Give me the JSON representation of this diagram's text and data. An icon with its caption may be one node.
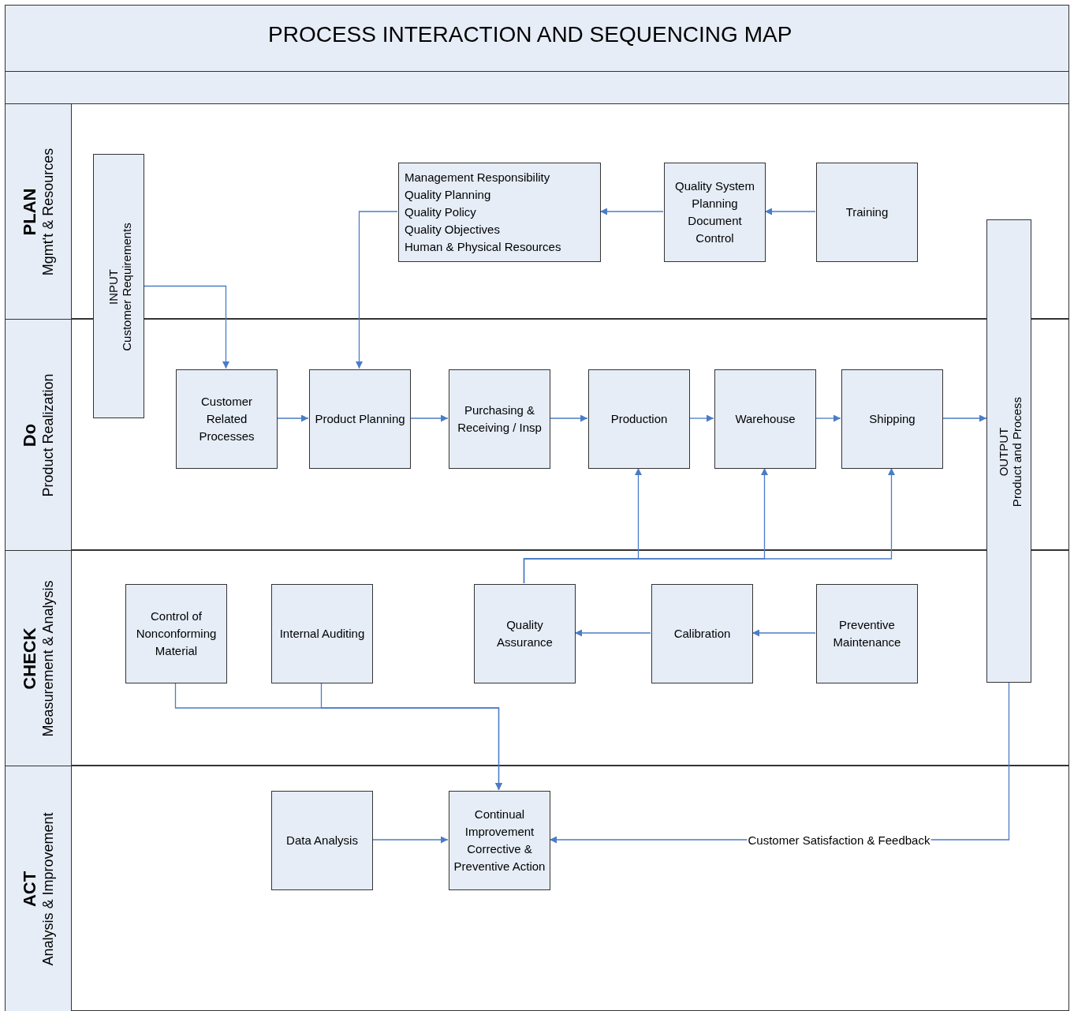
{
  "diagram": {
    "title": "PROCESS INTERACTION AND SEQUENCING MAP",
    "nodes": [
      {
        "text": [
          "PLAN",
          "Mgmt't & Resources"
        ]
      },
      {
        "text": [
          "INPUT",
          "Customer Requirements"
        ]
      },
      {
        "text": [
          "Management Responsibility",
          "Quality Planning",
          "Quality Policy",
          "Quality Objectives",
          "Human & Physical Resources"
        ],
        "in": 0
      },
      {
        "text": [
          "Quality System Planning",
          "Document Control"
        ],
        "in": 0
      },
      {
        "text": [
          "Training"
        ],
        "in": 0
      },
      {
        "text": [
          "OUTPUT",
          "Product and Process"
        ]
      },
      {
        "text": [
          "Do",
          "Product Realization"
        ]
      },
      {
        "text": [
          "Customer Related Processes"
        ],
        "in": 6
      },
      {
        "text": [
          "Product Planning"
        ],
        "in": 6
      },
      {
        "text": [
          "Purchasing & Receiving / Insp"
        ],
        "in": 6
      },
      {
        "text": [
          "Production"
        ],
        "in": 6
      },
      {
        "text": [
          "Warehouse"
        ],
        "in": 6
      },
      {
        "text": [
          "Shipping"
        ],
        "in": 6
      },
      {
        "text": [
          "CHECK",
          "Measurement & Analysis"
        ]
      },
      {
        "text": [
          "Control of Nonconforming Material"
        ],
        "in": 13
      },
      {
        "text": [
          "Internal Auditing"
        ],
        "in": 13
      },
      {
        "text": [
          "Quality Assurance"
        ],
        "in": 13
      },
      {
        "text": [
          "Calibration"
        ],
        "in": 13
      },
      {
        "text": [
          "Preventive Maintenance"
        ],
        "in": 13
      },
      {
        "text": [
          "ACT",
          "Analysis & Improvement"
        ]
      },
      {
        "text": [
          "Data Analysis"
        ],
        "in": 19
      },
      {
        "text": [
          "Continual Improvement",
          "Corrective & Preventive Action"
        ],
        "in": 19
      }
    ],
    "edges": [
      {
        "from": 1,
        "to": 7,
        "arrow": "to"
      },
      {
        "from": 2,
        "to": 8,
        "arrow": "to"
      },
      {
        "from": 3,
        "to": 2,
        "arrow": "to"
      },
      {
        "from": 4,
        "to": 3,
        "arrow": "to"
      },
      {
        "from": 7,
        "to": 8,
        "arrow": "to"
      },
      {
        "from": 8,
        "to": 9,
        "arrow": "to"
      },
      {
        "from": 9,
        "to": 10,
        "arrow": "to"
      },
      {
        "from": 10,
        "to": 11,
        "arrow": "to"
      },
      {
        "from": 11,
        "to": 12,
        "arrow": "to"
      },
      {
        "from": 12,
        "to": 5,
        "arrow": "to"
      },
      {
        "from": 16,
        "to": 10,
        "arrow": "to"
      },
      {
        "from": 16,
        "to": 11,
        "arrow": "to"
      },
      {
        "from": 16,
        "to": 12,
        "arrow": "to"
      },
      {
        "from": 17,
        "to": 16,
        "arrow": "to"
      },
      {
        "from": 18,
        "to": 17,
        "arrow": "to"
      },
      {
        "from": 14,
        "to": 21,
        "arrow": "to"
      },
      {
        "from": 15,
        "to": 21,
        "arrow": "to"
      },
      {
        "from": 20,
        "to": 21,
        "arrow": "to"
      },
      {
        "from": 5,
        "to": 21,
        "arrow": "to",
        "label": "Customer Satisfaction & Feedback"
      }
    ]
  }
}
